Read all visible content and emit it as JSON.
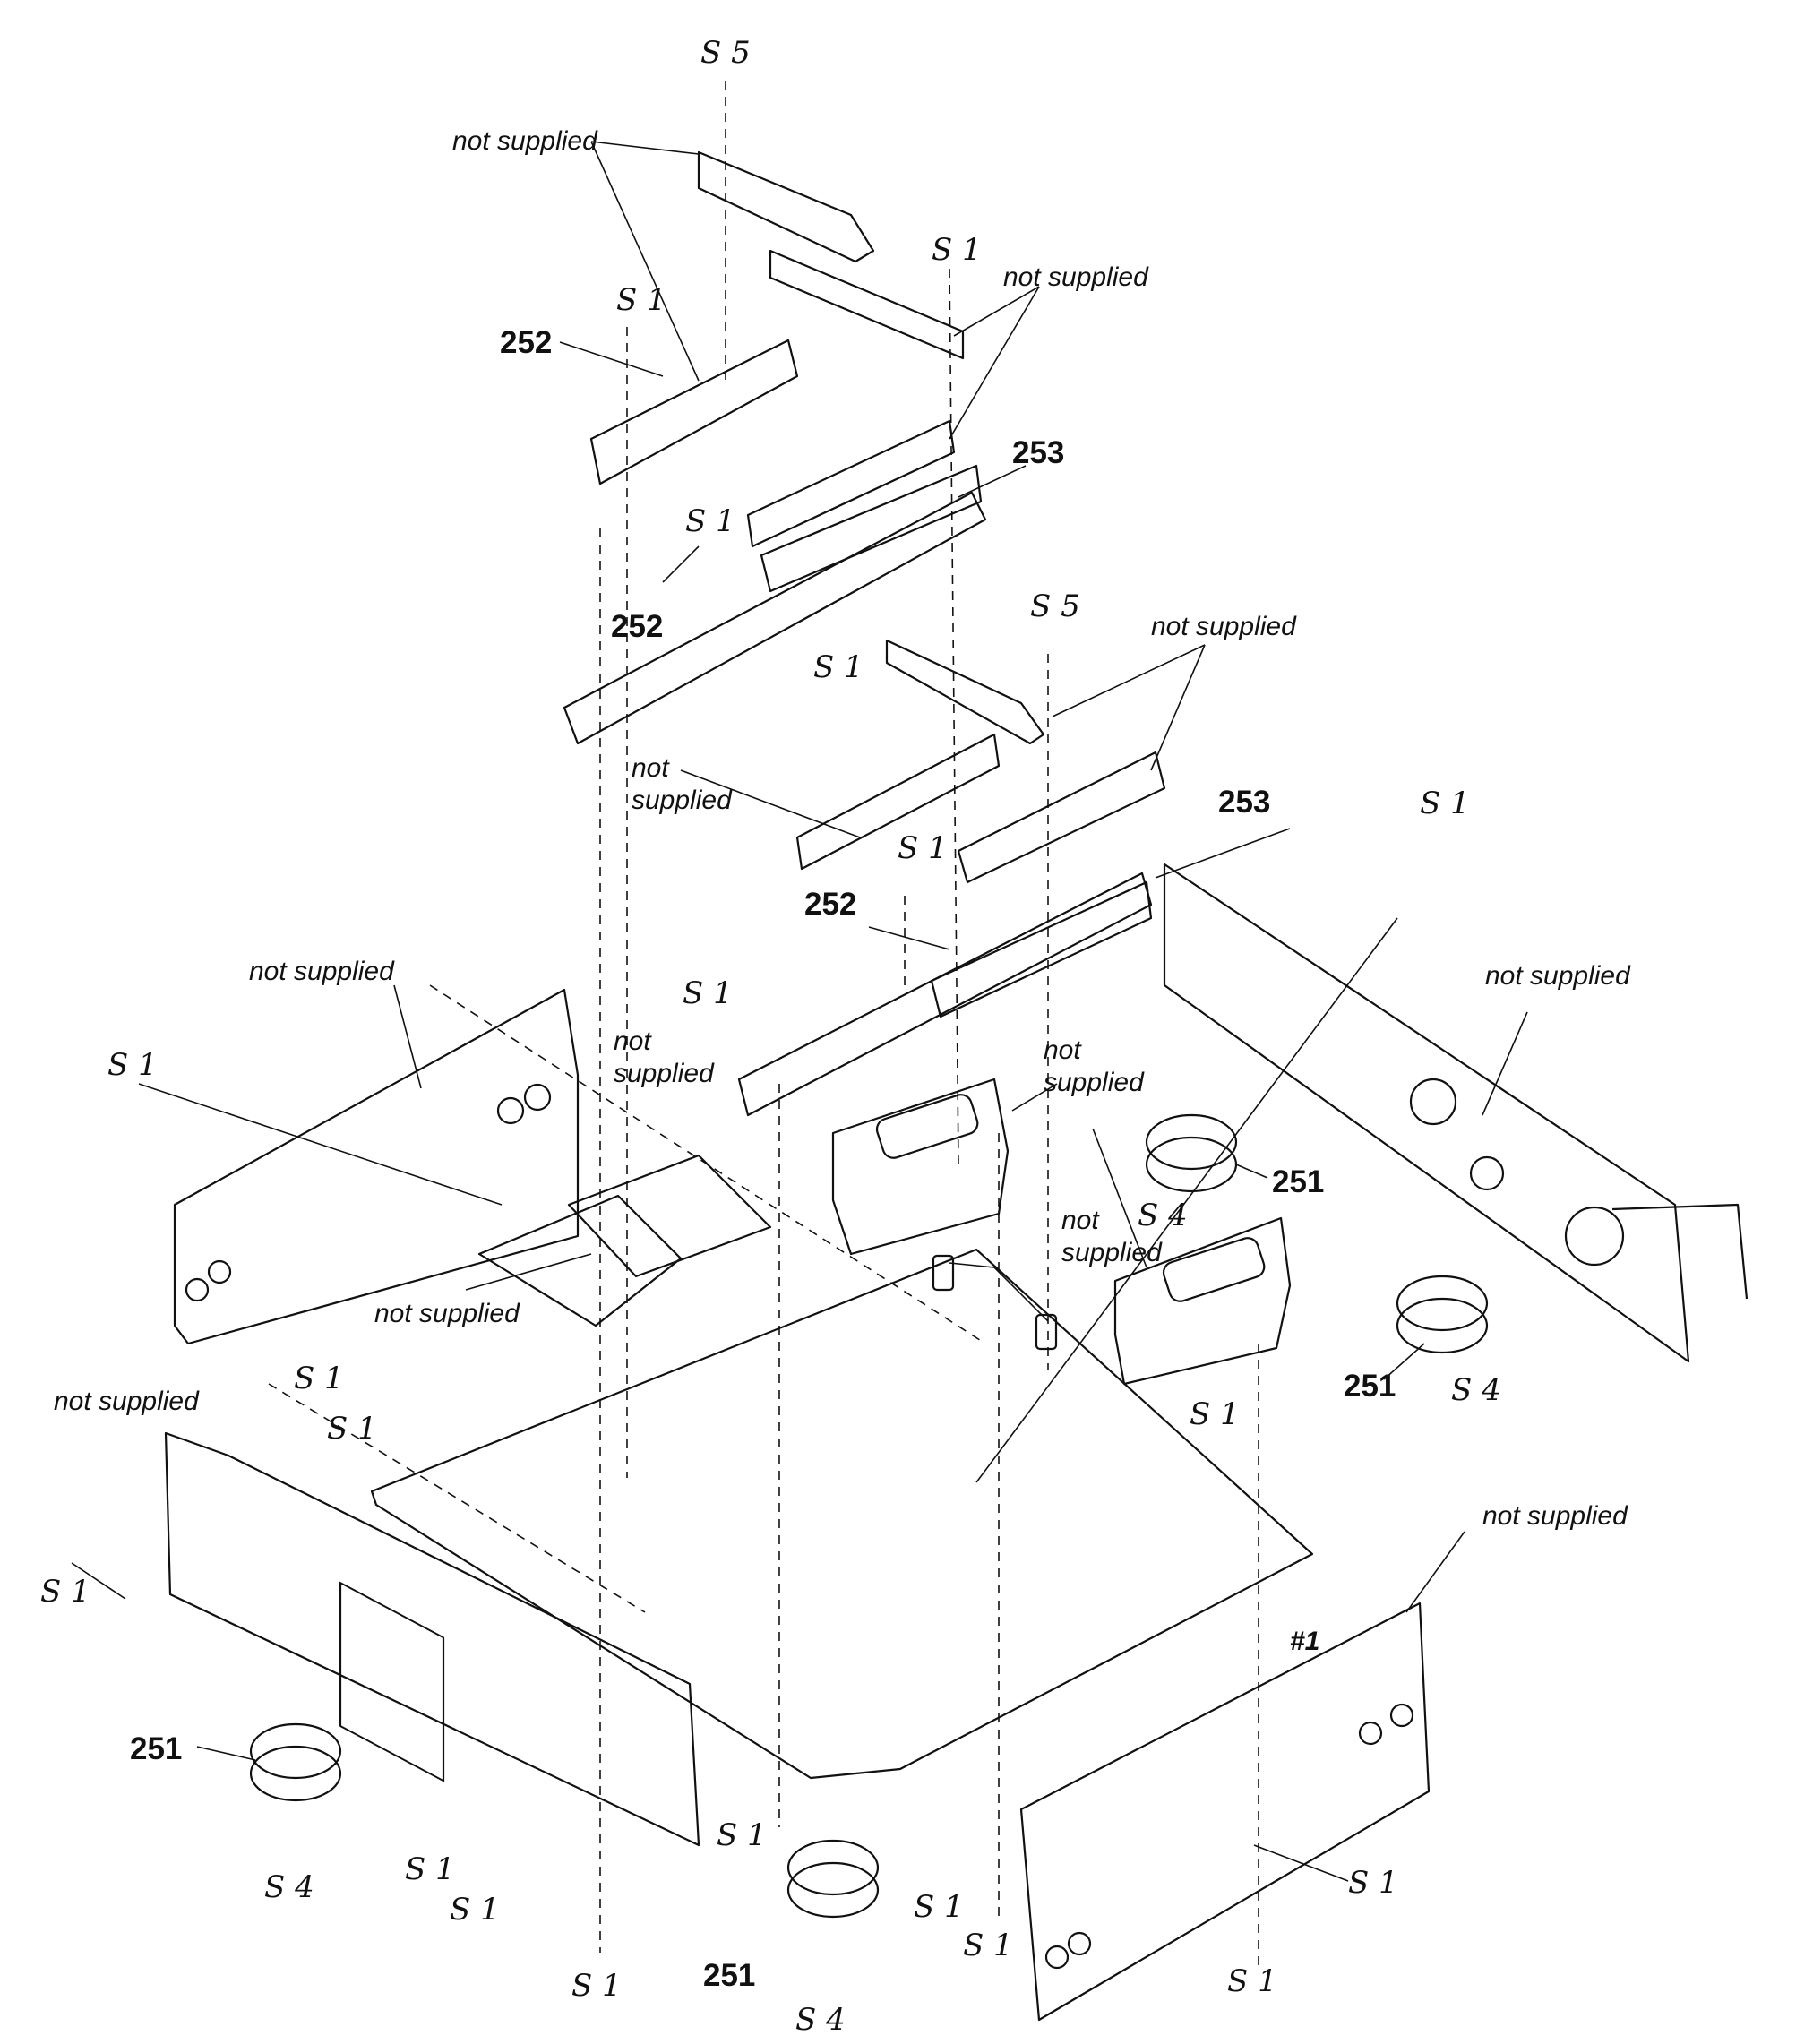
{
  "labels": {
    "not_supplied": "not supplied",
    "not_supplied_split": "not\nsupplied",
    "part_251": "251",
    "part_252": "252",
    "part_253": "253",
    "screw_s1": "S 1",
    "screw_s4": "S 4",
    "screw_s5": "S 5",
    "screw_1": "#1"
  },
  "colors": {
    "line": "#111111",
    "paper": "#ffffff"
  }
}
